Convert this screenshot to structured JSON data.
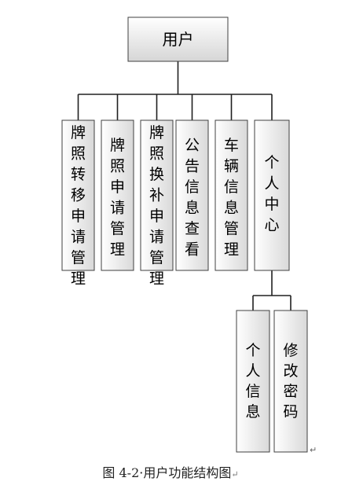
{
  "root": {
    "label": "用户"
  },
  "modules": [
    {
      "label": "牌照转移申请管理"
    },
    {
      "label": "牌照申请管理"
    },
    {
      "label": "牌照换补申请管理"
    },
    {
      "label": "公告信息查看"
    },
    {
      "label": "车辆信息管理"
    },
    {
      "label": "个人中心"
    }
  ],
  "sub_modules": [
    {
      "label": "个人信息"
    },
    {
      "label": "修改密码"
    }
  ],
  "caption": {
    "text": "图 4-2·用户功能结构图",
    "mark": "↵"
  },
  "colors": {
    "box_gradient_top": "#ffffff",
    "box_gradient_bottom": "#d6d6d6",
    "line": "#202020"
  }
}
